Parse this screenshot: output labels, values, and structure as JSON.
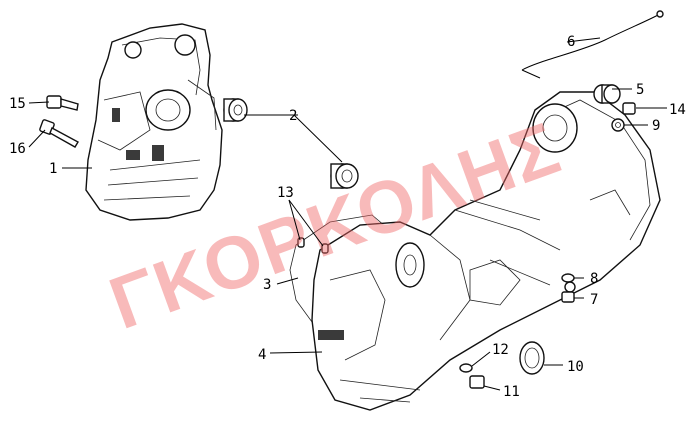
{
  "watermark": "ΓΚΟΡΚΟΛΗΣ",
  "callouts": [
    {
      "id": "c1",
      "label": "1"
    },
    {
      "id": "c2",
      "label": "2"
    },
    {
      "id": "c3",
      "label": "3"
    },
    {
      "id": "c4",
      "label": "4"
    },
    {
      "id": "c5",
      "label": "5"
    },
    {
      "id": "c6",
      "label": "6"
    },
    {
      "id": "c7",
      "label": "7"
    },
    {
      "id": "c8",
      "label": "8"
    },
    {
      "id": "c9",
      "label": "9"
    },
    {
      "id": "c10",
      "label": "10"
    },
    {
      "id": "c11",
      "label": "11"
    },
    {
      "id": "c12",
      "label": "12"
    },
    {
      "id": "c13",
      "label": "13"
    },
    {
      "id": "c14",
      "label": "14"
    },
    {
      "id": "c15",
      "label": "15"
    },
    {
      "id": "c16",
      "label": "16"
    }
  ],
  "colors": {
    "ink": "#000000",
    "watermark": "#f06868",
    "background": "#ffffff"
  }
}
